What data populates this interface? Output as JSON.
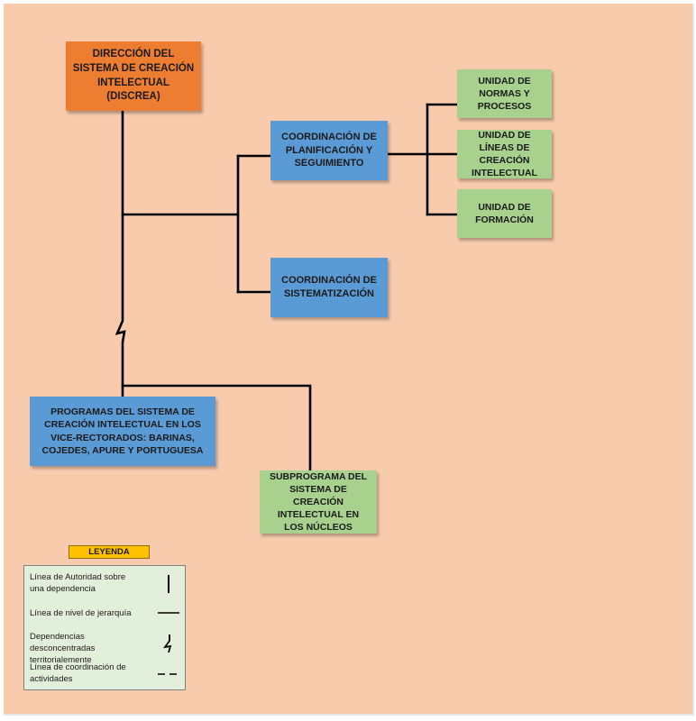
{
  "colors": {
    "background": "#f8cbad",
    "direction_box": "#ed7d31",
    "coordination_box": "#5b9bd5",
    "unit_box": "#a9d18e",
    "legend_title": "#ffc000",
    "legend_box": "#e2efda",
    "line": "#000000"
  },
  "nodes": {
    "direccion": "DIRECCIÓN DEL SISTEMA DE CREACIÓN INTELECTUAL (DISCREA)",
    "planificacion": "COORDINACIÓN DE PLANIFICACIÓN Y SEGUIMIENTO",
    "sistematizacion": "COORDINACIÓN DE SISTEMATIZACIÓN",
    "normas": "UNIDAD DE NORMAS Y PROCESOS",
    "lineas": "UNIDAD DE LÍNEAS DE CREACIÓN INTELECTUAL",
    "formacion": "UNIDAD DE FORMACIÓN",
    "programas": "PROGRAMAS DEL SISTEMA DE CREACIÓN INTELECTUAL EN LOS VICE-RECTORADOS: BARINAS, COJEDES, APURE Y PORTUGUESA",
    "subprograma": "SUBPROGRAMA DEL SISTEMA DE CREACIÓN INTELECTUAL EN LOS NÚCLEOS"
  },
  "legend": {
    "title": "LEYENDA",
    "items": [
      {
        "label": "Línea de Autoridad sobre una dependencia",
        "symbol": "vertical-line"
      },
      {
        "label": "Línea de nivel de jerarquía",
        "symbol": "horizontal-line"
      },
      {
        "label": "Dependencias desconcentradas territorialemente",
        "symbol": "zigzag-line"
      },
      {
        "label": "Línea de coordinación de actividades",
        "symbol": "dashed-line"
      }
    ]
  }
}
